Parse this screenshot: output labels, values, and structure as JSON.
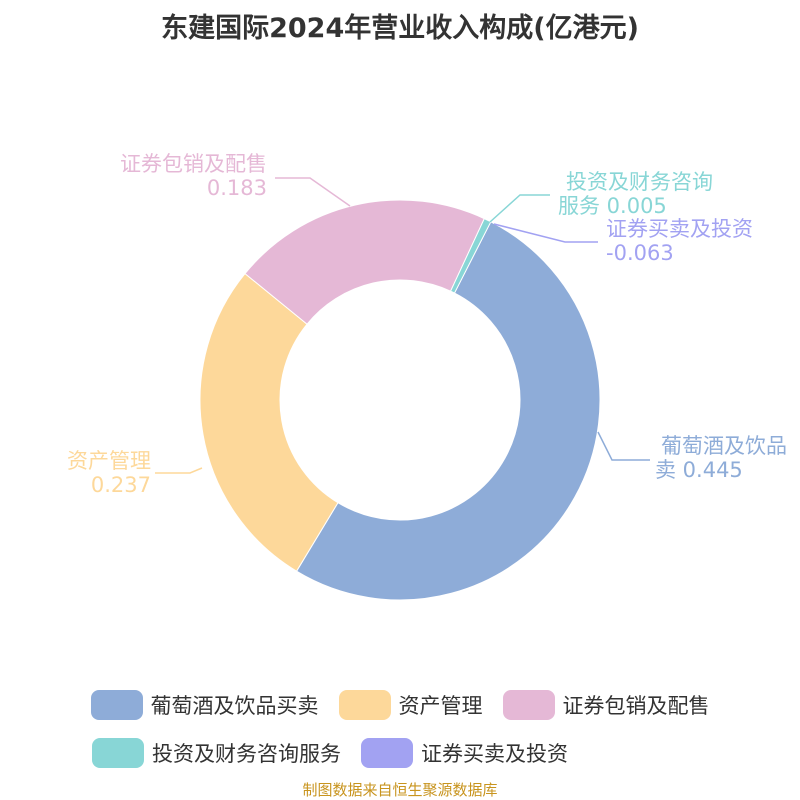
{
  "chart_data": {
    "type": "pie",
    "title": "东建国际2024年营业收入构成(亿港元)",
    "slices": [
      {
        "name": "葡萄酒及饮品买卖",
        "value": 0.445,
        "color": "#8eacd8"
      },
      {
        "name": "资产管理",
        "value": 0.237,
        "color": "#fdd89a"
      },
      {
        "name": "证券包销及配售",
        "value": 0.183,
        "color": "#e5b8d6"
      },
      {
        "name": "投资及财务咨询服务",
        "value": 0.005,
        "color": "#88d6d6"
      },
      {
        "name": "证券买卖及投资",
        "value": -0.063,
        "color": "#a2a2f2"
      }
    ],
    "labels": [
      {
        "line1": "葡萄酒及饮品",
        "line2": "卖 0.445"
      },
      {
        "line1": "资产管理",
        "line2": "0.237"
      },
      {
        "line1": "证券包销及配售",
        "line2": "0.183"
      },
      {
        "line1": "投资及财务咨询",
        "line2": "服务 0.005"
      },
      {
        "line1": "证券买卖及投资",
        "line2": "-0.063"
      }
    ],
    "legend_position": "bottom"
  },
  "source": "制图数据来自恒生聚源数据库"
}
